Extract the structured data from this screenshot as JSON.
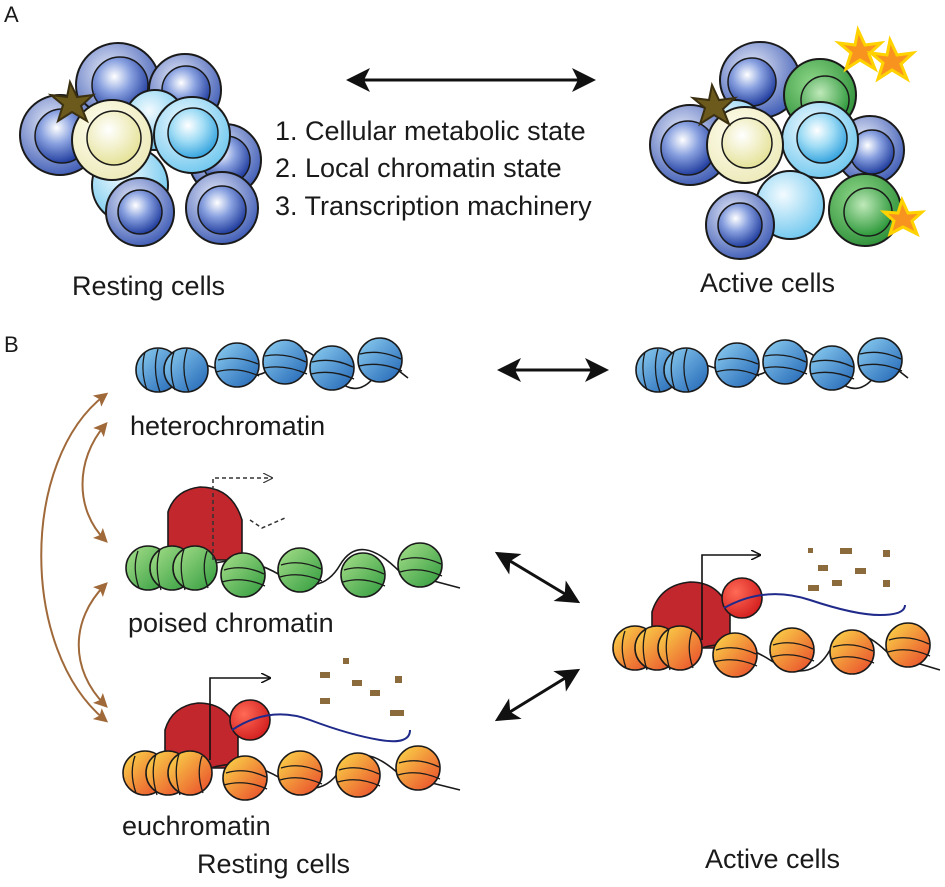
{
  "panel_a": {
    "letter": "A",
    "factors": [
      "1. Cellular metabolic state",
      "2. Local chromatin state",
      "3. Transcription machinery"
    ],
    "left_label": "Resting cells",
    "right_label": "Active cells"
  },
  "panel_b": {
    "letter": "B",
    "heterochromatin_label": "heterochromatin",
    "poised_label": "poised chromatin",
    "euchromatin_label": "euchromatin",
    "left_label": "Resting cells",
    "right_label": "Active cells"
  },
  "colors": {
    "dark_blue_cell": "#2e4fa8",
    "light_blue_cell": "#5fc3ec",
    "yellow_cell": "#f2f0b0",
    "green_cell": "#3fae49",
    "star_olive": "#6b5a1c",
    "star_orange": "#f7931e",
    "heterochromatin": "#2f86c8",
    "poised": "#5cbd4f",
    "euchromatin": "#f29a1f",
    "polymerase": "#c1272d",
    "mrna": "#1f2a8a",
    "lineage_arrow": "#a0693a",
    "metabolite": "#8b6a3c"
  },
  "icons": [
    "cell-icon",
    "star-icon",
    "nucleosome-icon",
    "polymerase-icon",
    "tss-arrow-icon",
    "double-arrow-icon"
  ]
}
